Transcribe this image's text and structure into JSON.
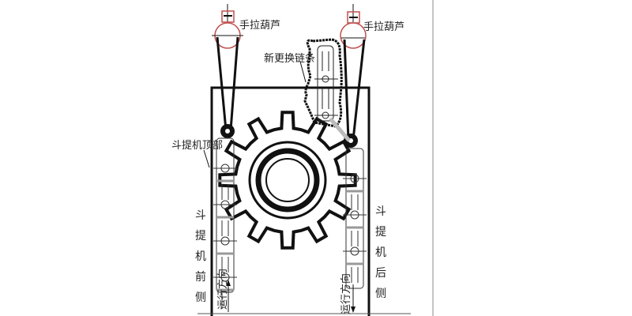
{
  "labels": {
    "hoist_left": "手拉葫芦",
    "hoist_right": "手拉葫芦",
    "new_chain": "新更换链条",
    "elevator_top": "斗提机顶部",
    "front_side": [
      "斗",
      "提",
      "机",
      "前",
      "侧"
    ],
    "rear_side": [
      "斗",
      "提",
      "机",
      "后",
      "侧"
    ],
    "direction_left": "运行方向",
    "direction_right": "运行方向"
  },
  "colors": {
    "line": "#111111",
    "hoist": "#c0504d"
  },
  "gear": {
    "teeth": 12
  }
}
